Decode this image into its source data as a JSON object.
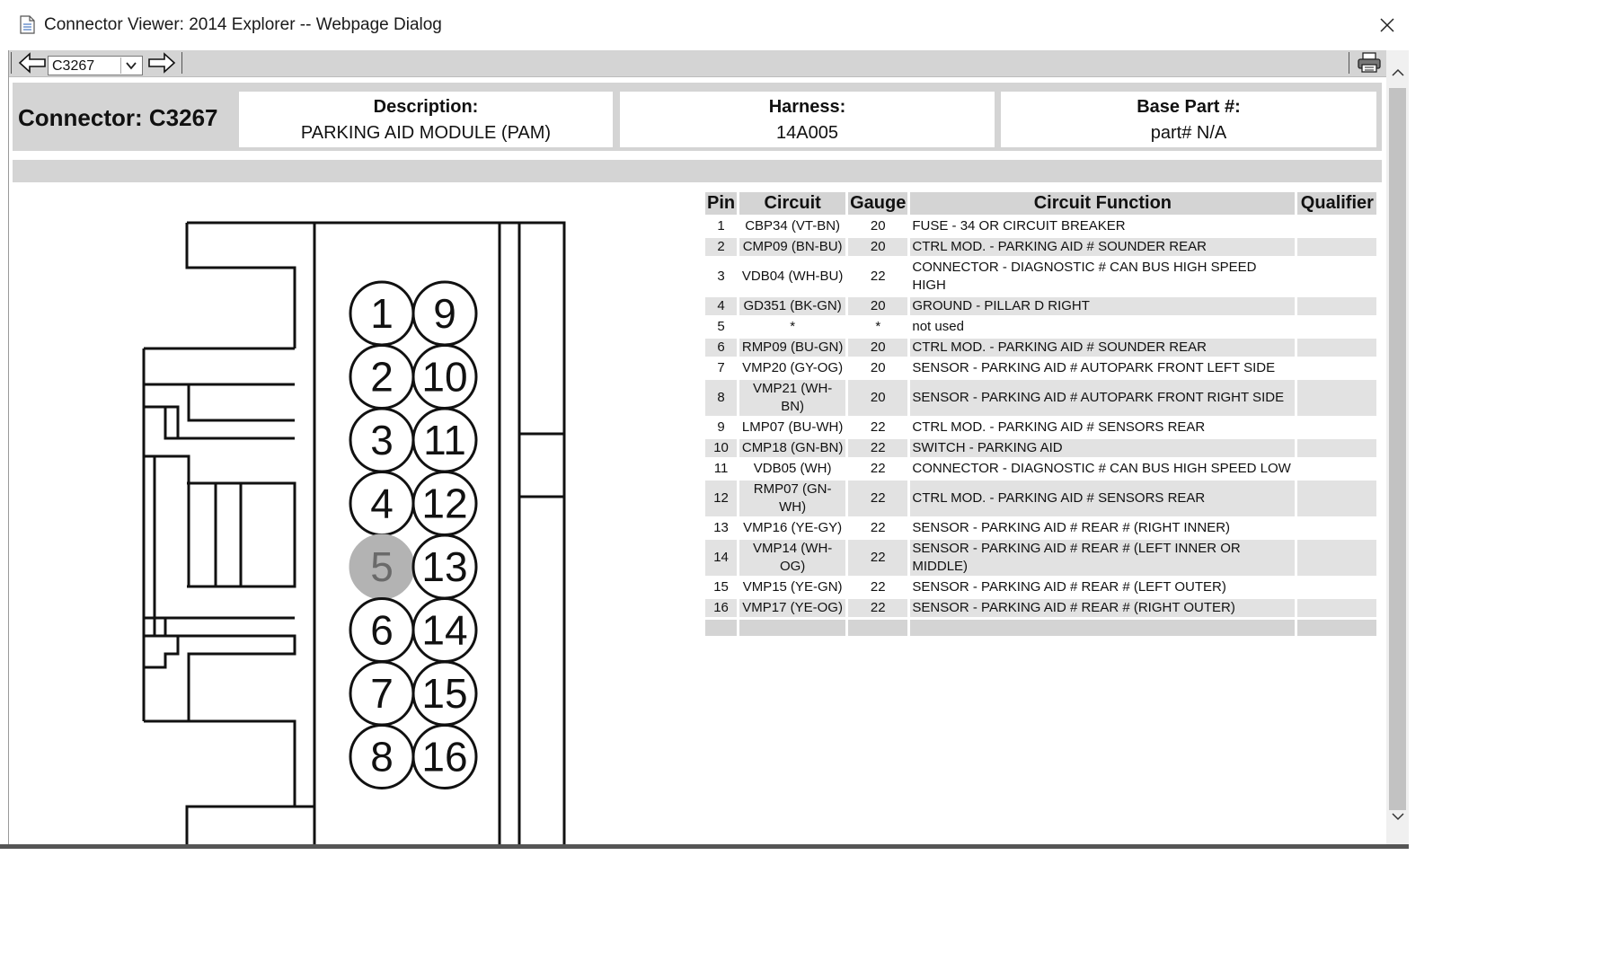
{
  "window": {
    "title": "Connector Viewer: 2014 Explorer -- Webpage Dialog"
  },
  "toolbar": {
    "selected_connector": "C3267"
  },
  "header": {
    "connector_label": "Connector: C3267",
    "description_title": "Description:",
    "description_value": "PARKING AID MODULE (PAM)",
    "harness_title": "Harness:",
    "harness_value": "14A005",
    "basepart_title": "Base Part #:",
    "basepart_value": "part# N/A"
  },
  "table": {
    "headers": [
      "Pin",
      "Circuit",
      "Gauge",
      "Circuit Function",
      "Qualifier"
    ],
    "rows": [
      {
        "pin": "1",
        "circuit": "CBP34 (VT-BN)",
        "gauge": "20",
        "function": "FUSE - 34 OR CIRCUIT BREAKER",
        "qualifier": ""
      },
      {
        "pin": "2",
        "circuit": "CMP09 (BN-BU)",
        "gauge": "20",
        "function": "CTRL MOD. - PARKING AID # SOUNDER REAR",
        "qualifier": ""
      },
      {
        "pin": "3",
        "circuit": "VDB04 (WH-BU)",
        "gauge": "22",
        "function": "CONNECTOR - DIAGNOSTIC # CAN BUS HIGH SPEED HIGH",
        "qualifier": ""
      },
      {
        "pin": "4",
        "circuit": "GD351 (BK-GN)",
        "gauge": "20",
        "function": "GROUND - PILLAR D RIGHT",
        "qualifier": ""
      },
      {
        "pin": "5",
        "circuit": "*",
        "gauge": "*",
        "function": "not used",
        "qualifier": ""
      },
      {
        "pin": "6",
        "circuit": "RMP09 (BU-GN)",
        "gauge": "20",
        "function": "CTRL MOD. - PARKING AID # SOUNDER REAR",
        "qualifier": ""
      },
      {
        "pin": "7",
        "circuit": "VMP20 (GY-OG)",
        "gauge": "20",
        "function": "SENSOR - PARKING AID # AUTOPARK FRONT LEFT SIDE",
        "qualifier": ""
      },
      {
        "pin": "8",
        "circuit": "VMP21 (WH-BN)",
        "gauge": "20",
        "function": "SENSOR - PARKING AID # AUTOPARK FRONT RIGHT SIDE",
        "qualifier": ""
      },
      {
        "pin": "9",
        "circuit": "LMP07 (BU-WH)",
        "gauge": "22",
        "function": "CTRL MOD. - PARKING AID # SENSORS REAR",
        "qualifier": ""
      },
      {
        "pin": "10",
        "circuit": "CMP18 (GN-BN)",
        "gauge": "22",
        "function": "SWITCH - PARKING AID",
        "qualifier": ""
      },
      {
        "pin": "11",
        "circuit": "VDB05 (WH)",
        "gauge": "22",
        "function": "CONNECTOR - DIAGNOSTIC # CAN BUS HIGH SPEED LOW",
        "qualifier": ""
      },
      {
        "pin": "12",
        "circuit": "RMP07 (GN-WH)",
        "gauge": "22",
        "function": "CTRL MOD. - PARKING AID # SENSORS REAR",
        "qualifier": ""
      },
      {
        "pin": "13",
        "circuit": "VMP16 (YE-GY)",
        "gauge": "22",
        "function": "SENSOR - PARKING AID # REAR # (RIGHT INNER)",
        "qualifier": ""
      },
      {
        "pin": "14",
        "circuit": "VMP14 (WH-OG)",
        "gauge": "22",
        "function": "SENSOR - PARKING AID # REAR # (LEFT INNER OR MIDDLE)",
        "qualifier": ""
      },
      {
        "pin": "15",
        "circuit": "VMP15 (YE-GN)",
        "gauge": "22",
        "function": "SENSOR - PARKING AID # REAR # (LEFT OUTER)",
        "qualifier": ""
      },
      {
        "pin": "16",
        "circuit": "VMP17 (YE-OG)",
        "gauge": "22",
        "function": "SENSOR - PARKING AID # REAR # (RIGHT OUTER)",
        "qualifier": ""
      }
    ]
  },
  "diagram": {
    "left_column_pins": [
      "1",
      "2",
      "3",
      "4",
      "5",
      "6",
      "7",
      "8"
    ],
    "right_column_pins": [
      "9",
      "10",
      "11",
      "12",
      "13",
      "14",
      "15",
      "16"
    ],
    "unused_pin": "5",
    "unused_pin_color": "#b3b3b3"
  },
  "icons": {
    "title": "document-icon",
    "close": "close-icon",
    "back": "back-arrow-icon",
    "forward": "forward-arrow-icon",
    "dropdown": "chevron-down-icon",
    "print": "printer-icon",
    "scroll_up": "scroll-up-icon",
    "scroll_down": "scroll-down-icon"
  }
}
